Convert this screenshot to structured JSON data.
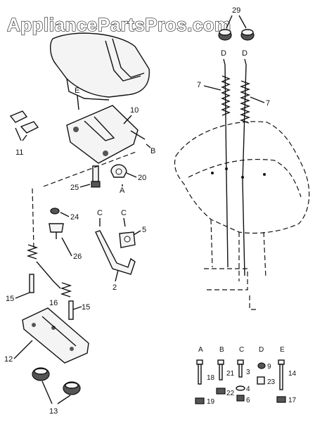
{
  "watermark": "AppliancePartsPros.com",
  "callouts": {
    "c29": "29",
    "c7a": "7",
    "c7b": "7",
    "cD1": "D",
    "cD2": "D",
    "c10": "10",
    "cE": "E",
    "cB": "B",
    "c11": "11",
    "c20": "20",
    "c25": "25",
    "cA": "A",
    "c24": "24",
    "cC1": "C",
    "cC2": "C",
    "c5": "5",
    "c26": "26",
    "c2": "2",
    "c15a": "15",
    "c15b": "15",
    "c16": "16",
    "c12": "12",
    "c13": "13"
  },
  "legend": {
    "letters": [
      "A",
      "B",
      "C",
      "D",
      "E"
    ],
    "numbers": {
      "n18": "18",
      "n19": "19",
      "n21": "21",
      "n22": "22",
      "n3": "3",
      "n4": "4",
      "n6": "6",
      "n9": "9",
      "n23": "23",
      "n14": "14",
      "n17": "17"
    }
  }
}
